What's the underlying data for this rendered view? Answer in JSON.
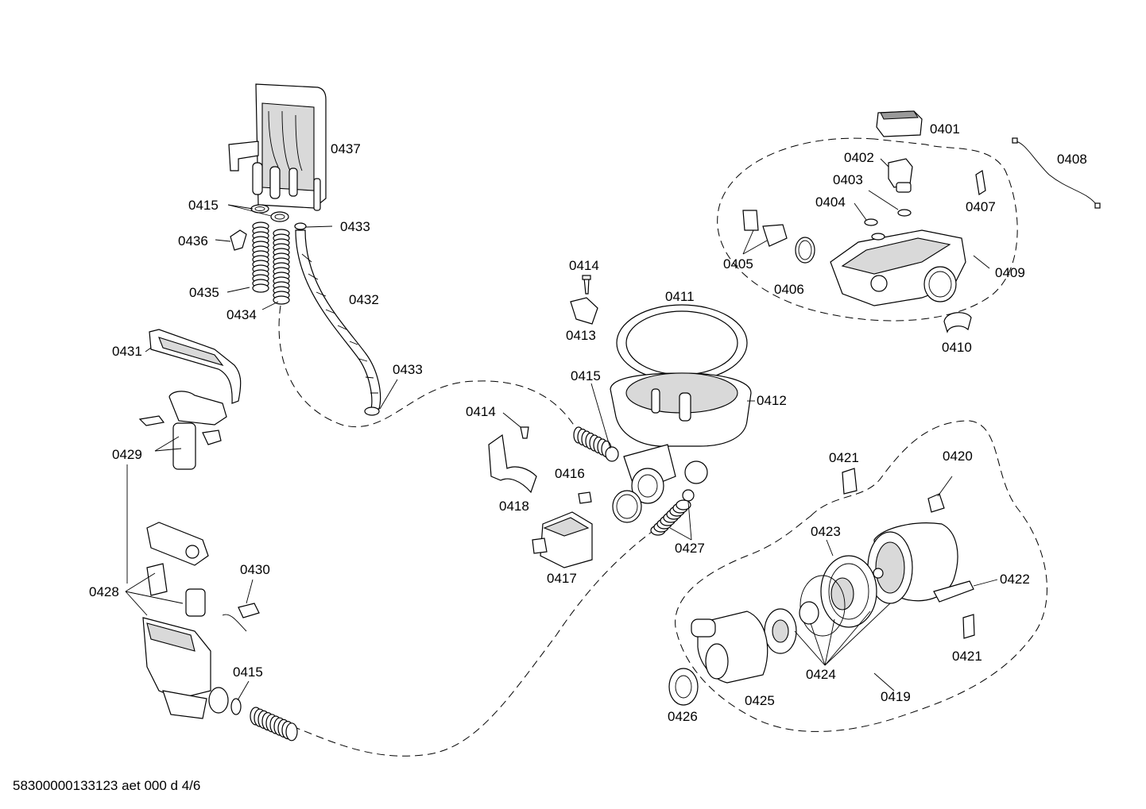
{
  "footer": "58300000133123 aet 000 d 4/6",
  "labels": {
    "l0401": "0401",
    "l0402": "0402",
    "l0403": "0403",
    "l0404": "0404",
    "l0405": "0405",
    "l0406": "0406",
    "l0407": "0407",
    "l0408": "0408",
    "l0409": "0409",
    "l0410": "0410",
    "l0411": "0411",
    "l0412": "0412",
    "l0413": "0413",
    "l0414a": "0414",
    "l0414b": "0414",
    "l0415a": "0415",
    "l0415b": "0415",
    "l0415c": "0415",
    "l0416": "0416",
    "l0417": "0417",
    "l0418": "0418",
    "l0419": "0419",
    "l0420": "0420",
    "l0421a": "0421",
    "l0421b": "0421",
    "l0422": "0422",
    "l0423": "0423",
    "l0424": "0424",
    "l0425": "0425",
    "l0426": "0426",
    "l0427": "0427",
    "l0428": "0428",
    "l0429": "0429",
    "l0430": "0430",
    "l0431": "0431",
    "l0432": "0432",
    "l0433a": "0433",
    "l0433b": "0433",
    "l0434": "0434",
    "l0435": "0435",
    "l0436": "0436",
    "l0437": "0437"
  }
}
